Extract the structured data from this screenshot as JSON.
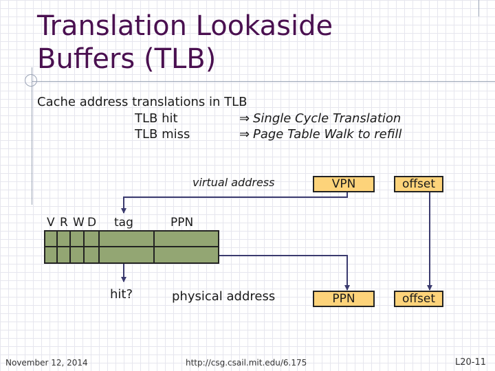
{
  "slide": {
    "title_line1": "Translation Lookaside",
    "title_line2": "Buffers (TLB)",
    "bullet": "Cache address translations in TLB",
    "row1_left": "TLB hit",
    "row1_right": "Single Cycle Translation",
    "row2_left": "TLB miss",
    "row2_right": "Page Table Walk to refill",
    "implies_symbol": "⇒"
  },
  "diagram": {
    "virtual_address_label": "virtual address",
    "vpn_label": "VPN",
    "offset_label_top": "offset",
    "tlb_headers": {
      "v": "V",
      "r": "R",
      "w": "W",
      "d": "D",
      "tag": "tag",
      "ppn": "PPN"
    },
    "hit_label": "hit?",
    "physical_address_label": "physical address",
    "ppn_label": "PPN",
    "offset_label_bottom": "offset",
    "colors": {
      "box_fill": "#fdd37a",
      "tlb_fill": "#93a673",
      "arrow": "#3a3a6e"
    }
  },
  "footer": {
    "date": "November 12, 2014",
    "url": "http://csg.csail.mit.edu/6.175",
    "slide_number": "L20-11"
  }
}
